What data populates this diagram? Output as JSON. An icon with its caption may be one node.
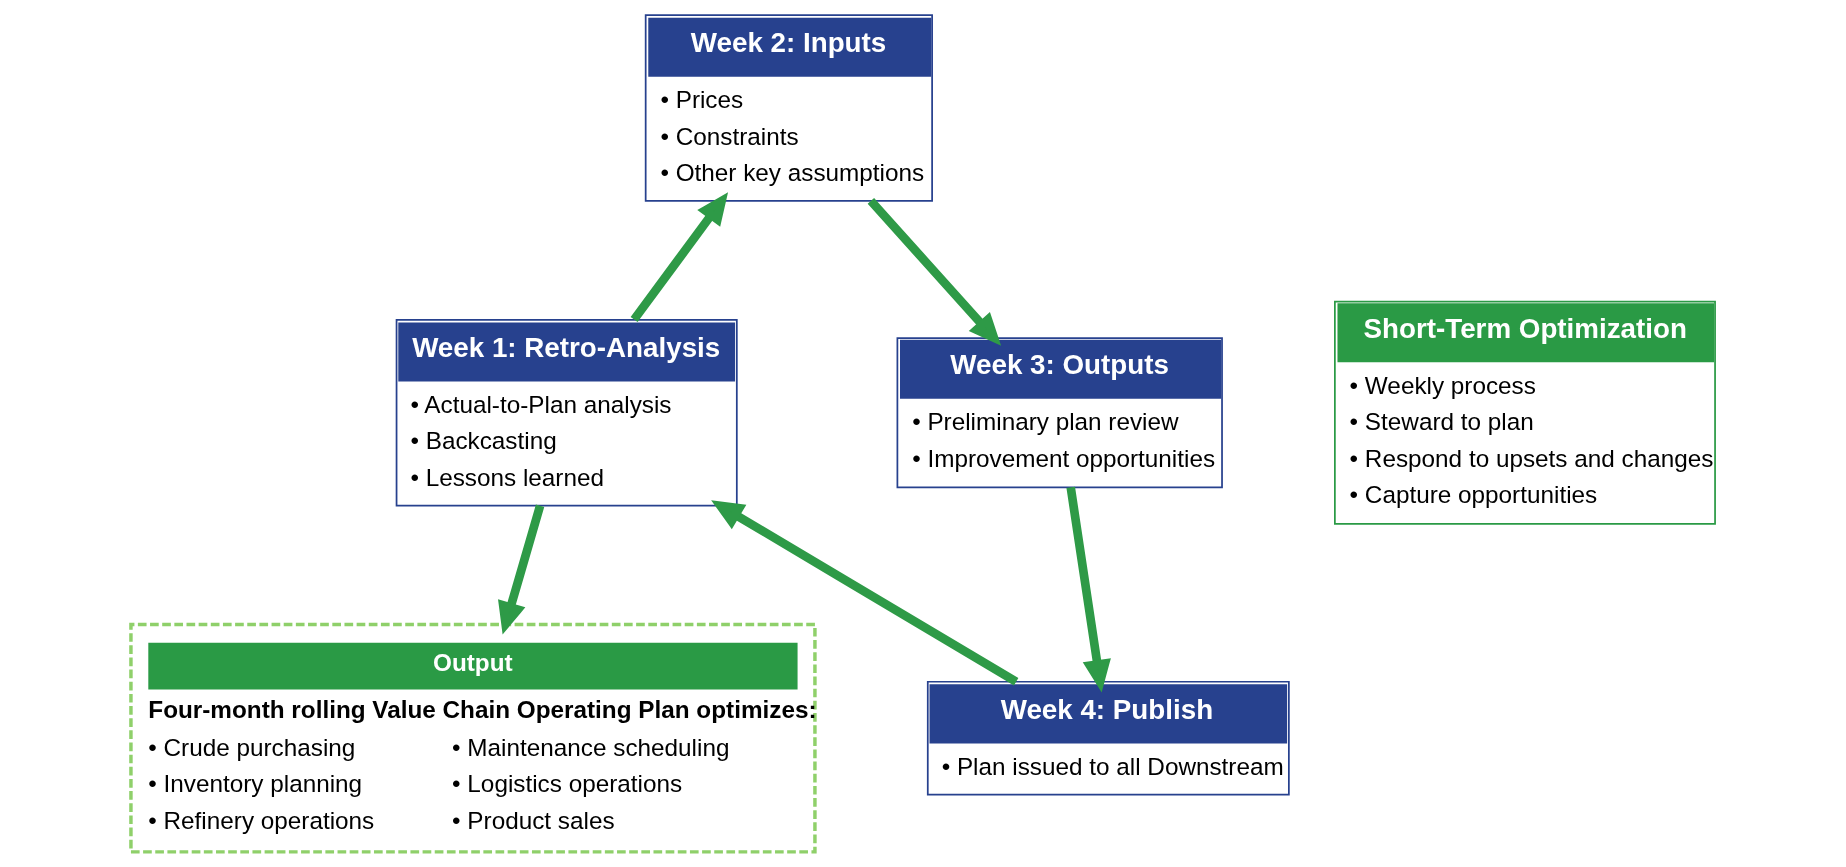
{
  "diagram": {
    "nodes": [
      {
        "text": [
          "Week 2: Inputs",
          "• Prices",
          "• Constraints",
          "• Other key assumptions"
        ]
      },
      {
        "text": [
          "Week 1: Retro-Analysis",
          "• Actual-to-Plan analysis",
          "• Backcasting",
          "• Lessons learned"
        ]
      },
      {
        "text": [
          "Short-Term Optimization",
          "• Weekly process",
          "• Steward to plan",
          "• Respond to upsets and changes",
          "• Capture opportunities"
        ]
      },
      {
        "text": [
          "Week 3: Outputs",
          "• Preliminary plan review",
          "• Improvement opportunities"
        ]
      },
      {
        "text": [
          "Week 4: Publish",
          "• Plan issued to all Downstream"
        ]
      },
      {
        "text": [
          "Output",
          "Four-month rolling Value Chain Operating Plan optimizes:",
          "• Crude purchasing",
          "• Maintenance scheduling",
          "• Inventory planning",
          "• Logistics operations",
          "• Refinery operations",
          "• Product sales"
        ]
      }
    ],
    "edges": [
      {
        "from": 1,
        "to": 0,
        "arrow": "to"
      },
      {
        "from": 0,
        "to": 3,
        "arrow": "to"
      },
      {
        "from": 3,
        "to": 4,
        "arrow": "to"
      },
      {
        "from": 4,
        "to": 1,
        "arrow": "to"
      },
      {
        "from": 1,
        "to": 5,
        "arrow": "to"
      }
    ]
  }
}
